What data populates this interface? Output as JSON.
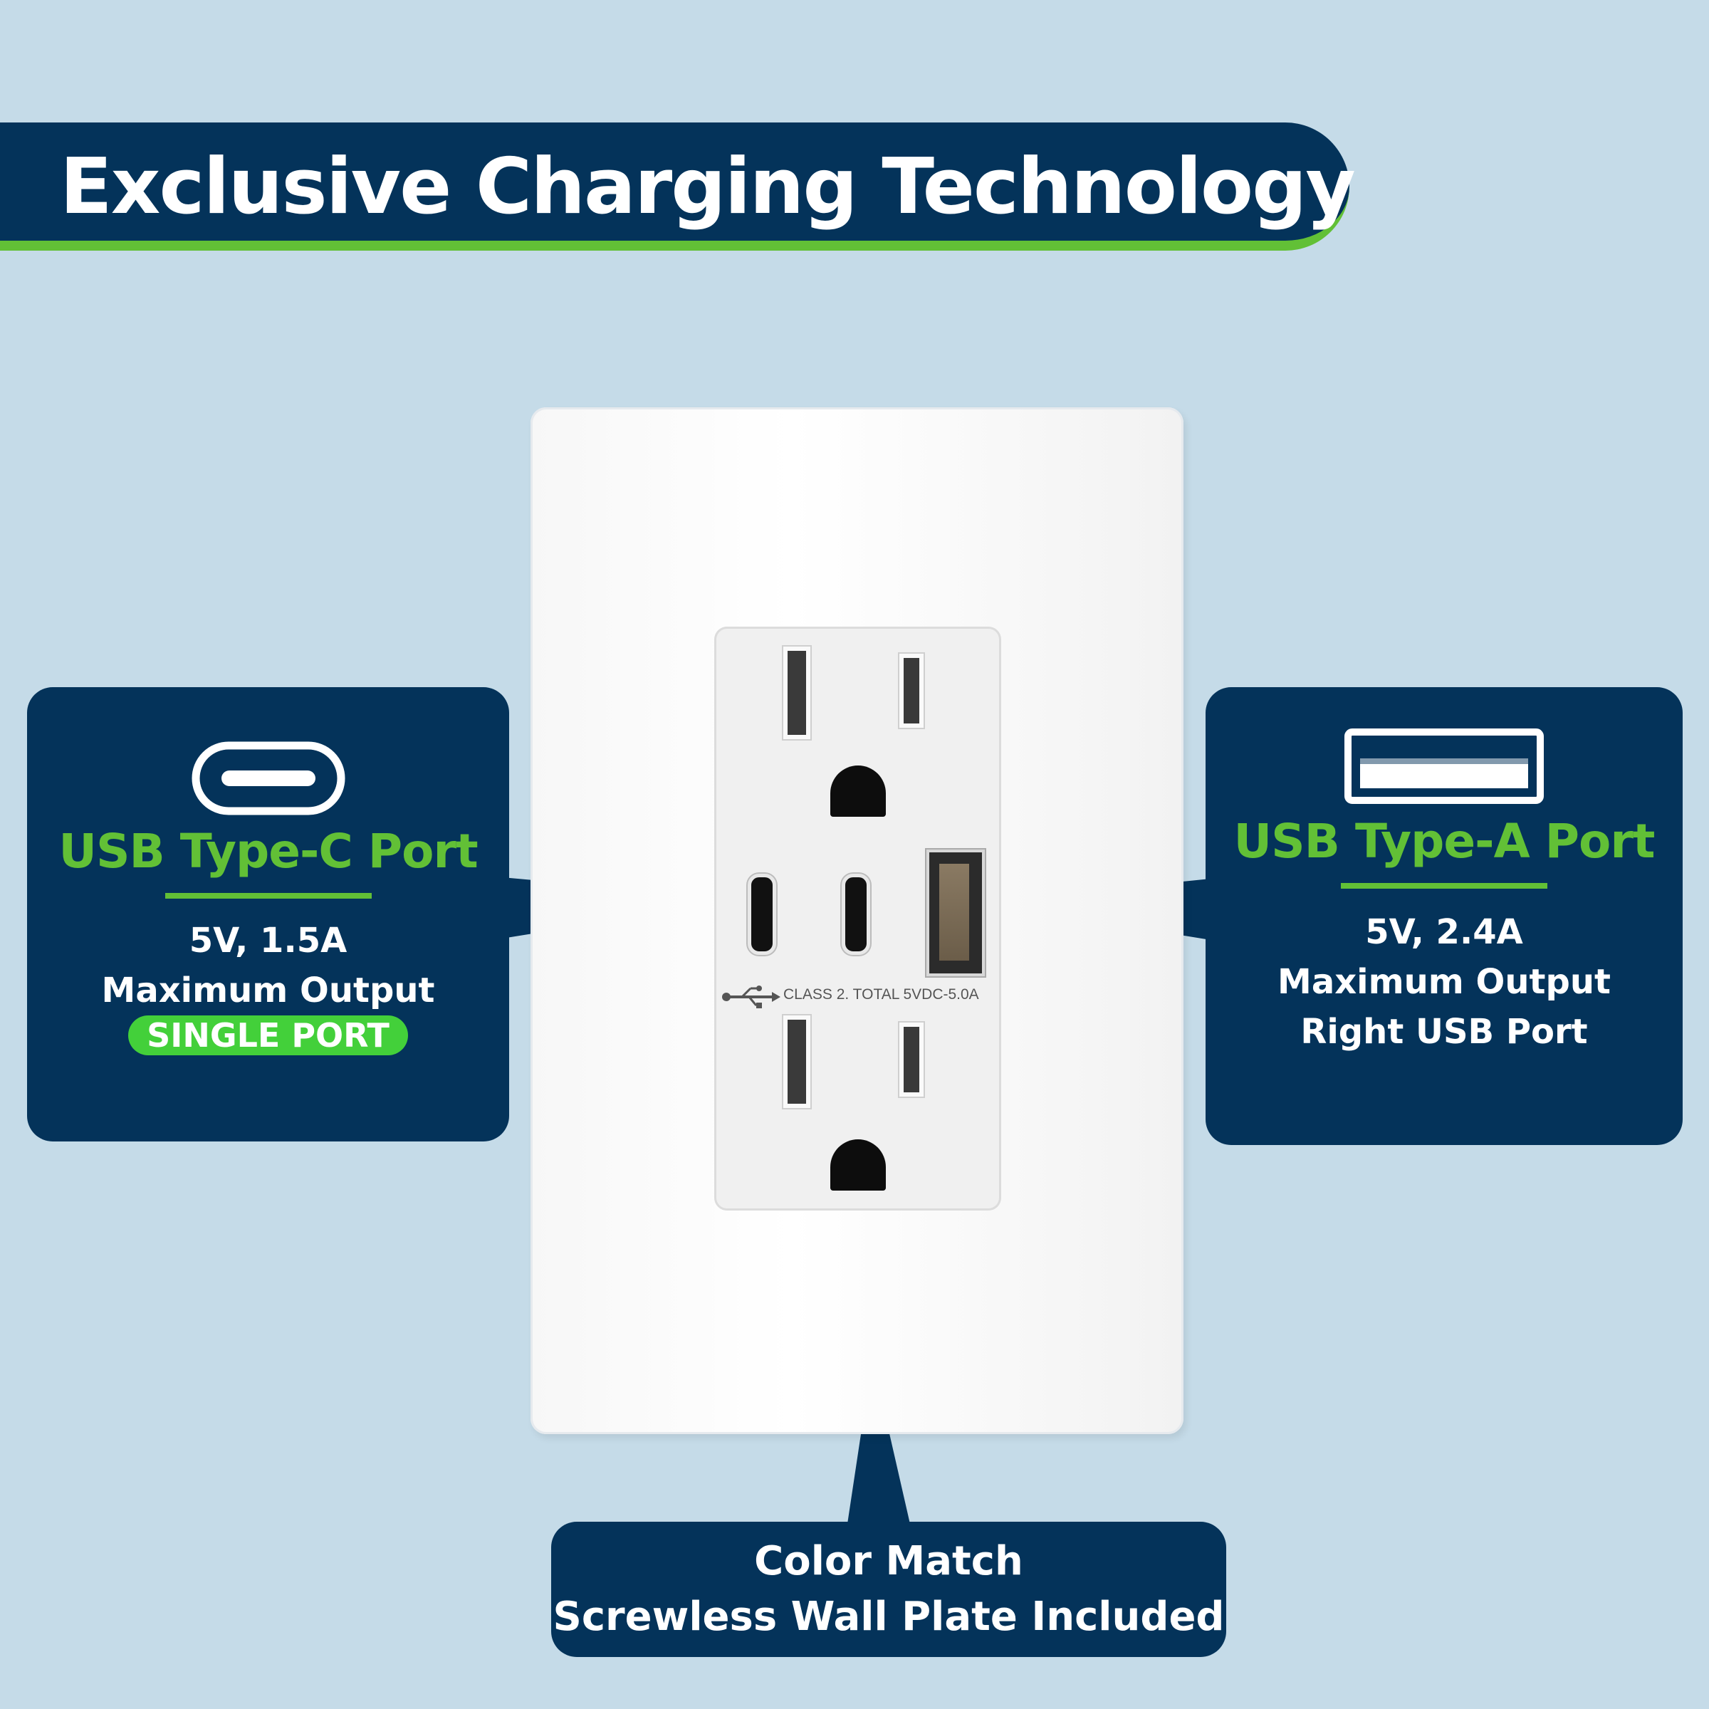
{
  "banner": {
    "title": "Exclusive Charging Technology"
  },
  "usb_c": {
    "title": "USB Type-C Port",
    "spec_line1": "5V, 1.5A",
    "spec_line2": "Maximum Output",
    "badge": "SINGLE PORT",
    "icon": "usb-c-port-icon"
  },
  "usb_a": {
    "title": "USB Type-A Port",
    "spec_line1": "5V, 2.4A",
    "spec_line2": "Maximum Output",
    "spec_line3": "Right USB Port",
    "icon": "usb-a-port-icon"
  },
  "plate": {
    "line1": "Color Match",
    "line2": "Screwless Wall Plate Included"
  },
  "outlet": {
    "class_label": "CLASS 2. TOTAL 5VDC-5.0A"
  },
  "colors": {
    "navy": "#04335a",
    "green": "#62c036",
    "badge_green": "#43d03a",
    "background": "#c5dbe8"
  }
}
